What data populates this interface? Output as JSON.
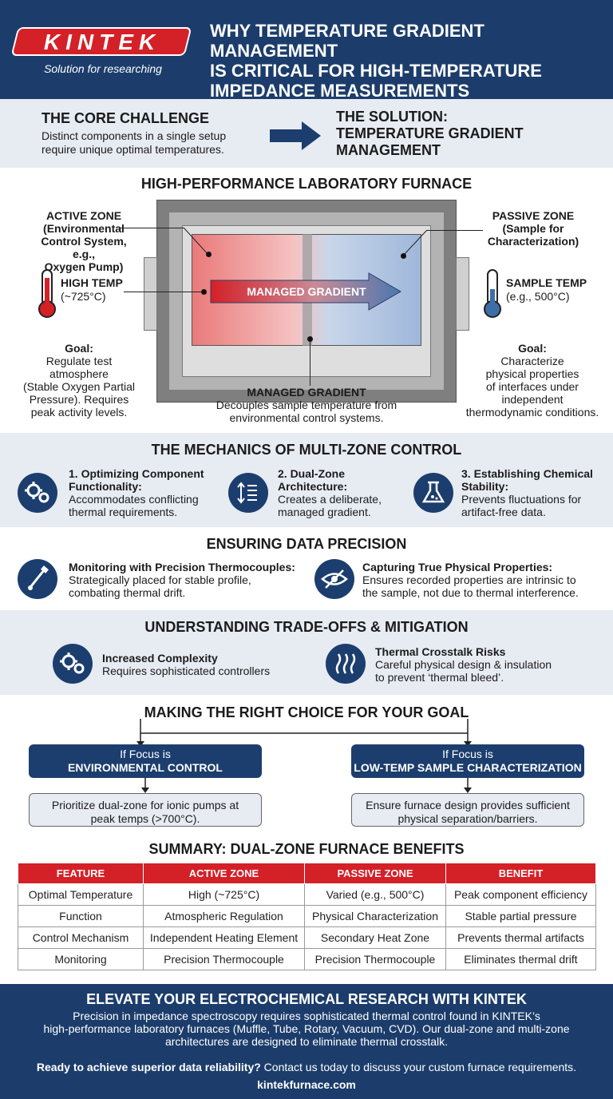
{
  "header": {
    "logo": "KINTEK",
    "tagline": "Solution for researching",
    "title_lines": [
      "WHY TEMPERATURE GRADIENT MANAGEMENT",
      "IS CRITICAL FOR HIGH-TEMPERATURE",
      "IMPEDANCE MEASUREMENTS"
    ]
  },
  "core": {
    "challenge_title": "THE CORE CHALLENGE",
    "challenge_lines": [
      "Distinct components in a single setup",
      "require unique optimal temperatures."
    ],
    "solution_lines": [
      "THE SOLUTION:",
      "TEMPERATURE GRADIENT",
      "MANAGEMENT"
    ]
  },
  "furnace": {
    "title": "HIGH-PERFORMANCE LABORATORY FURNACE",
    "active_lines": [
      "ACTIVE ZONE",
      "(Environmental",
      "Control System, e.g.,",
      "Oxygen Pump)"
    ],
    "passive_lines": [
      "PASSIVE ZONE",
      "(Sample for",
      "Characterization)"
    ],
    "high_temp": "HIGH TEMP",
    "high_temp_value": "(~725°C)",
    "sample_temp": "SAMPLE TEMP",
    "sample_temp_value": "(e.g., 500°C)",
    "arrow_label": "MANAGED GRADIENT",
    "bottom_title": "MANAGED GRADIENT",
    "bottom_lines": [
      "Decouples sample temperature from",
      "environmental control systems."
    ],
    "goal_label": "Goal:",
    "goal_left_lines": [
      "Regulate test",
      "atmosphere",
      "(Stable Oxygen Partial",
      "Pressure). Requires",
      "peak activity levels."
    ],
    "goal_right_lines": [
      "Characterize",
      "physical properties",
      "of interfaces under",
      "independent",
      "thermodynamic conditions."
    ],
    "colors": {
      "hot": "#d42027",
      "cool": "#3d6ea8"
    }
  },
  "mechanics": {
    "title": "THE MECHANICS OF MULTI-ZONE CONTROL",
    "items": [
      {
        "icon": "gears-icon",
        "title_lines": [
          "1. Optimizing Component",
          "Functionality:"
        ],
        "text_lines": [
          "Accommodates conflicting",
          "thermal requirements."
        ]
      },
      {
        "icon": "zones-icon",
        "title_lines": [
          "2. Dual-Zone",
          "Architecture:"
        ],
        "text_lines": [
          "Creates a deliberate,",
          "managed gradient."
        ]
      },
      {
        "icon": "flask-icon",
        "title_lines": [
          "3. Establishing Chemical",
          "Stability:"
        ],
        "text_lines": [
          "Prevents fluctuations for",
          "artifact-free data."
        ]
      }
    ]
  },
  "precision": {
    "title": "ENSURING DATA PRECISION",
    "items": [
      {
        "icon": "thermocouple-icon",
        "title": "Monitoring with Precision Thermocouples:",
        "text_lines": [
          "Strategically placed for stable profile,",
          "combating thermal drift."
        ]
      },
      {
        "icon": "eye-slash-icon",
        "title": "Capturing True Physical Properties:",
        "text_lines": [
          "Ensures recorded properties are intrinsic to",
          "the sample, not due to thermal interference."
        ]
      }
    ]
  },
  "tradeoffs": {
    "title": "UNDERSTANDING TRADE-OFFS & MITIGATION",
    "items": [
      {
        "icon": "gears-icon",
        "title": "Increased Complexity",
        "text_lines": [
          "Requires sophisticated controllers"
        ]
      },
      {
        "icon": "heat-waves-icon",
        "title": "Thermal Crosstalk Risks",
        "text_lines": [
          "Careful physical design & insulation",
          "to prevent ‘thermal bleed’."
        ]
      }
    ]
  },
  "choice": {
    "title": "MAKING THE RIGHT CHOICE FOR YOUR GOAL",
    "left": {
      "prefix": "If Focus is",
      "focus": "ENVIRONMENTAL CONTROL",
      "result_lines": [
        "Prioritize dual-zone for ionic pumps at",
        "peak temps (>700°C)."
      ]
    },
    "right": {
      "prefix": "If Focus is",
      "focus": "LOW-TEMP SAMPLE CHARACTERIZATION",
      "result_lines": [
        "Ensure furnace design provides sufficient",
        "physical separation/barriers."
      ]
    }
  },
  "summary": {
    "title": "SUMMARY: DUAL-ZONE FURNACE BENEFITS",
    "headers": [
      "FEATURE",
      "ACTIVE ZONE",
      "PASSIVE ZONE",
      "BENEFIT"
    ],
    "rows": [
      [
        "Optimal Temperature",
        "High (~725°C)",
        "Varied (e.g., 500°C)",
        "Peak component efficiency"
      ],
      [
        "Function",
        "Atmospheric Regulation",
        "Physical Characterization",
        "Stable partial pressure"
      ],
      [
        "Control Mechanism",
        "Independent Heating Element",
        "Secondary Heat Zone",
        "Prevents thermal artifacts"
      ],
      [
        "Monitoring",
        "Precision Thermocouple",
        "Precision Thermocouple",
        "Eliminates thermal drift"
      ]
    ]
  },
  "footer": {
    "title": "ELEVATE YOUR ELECTROCHEMICAL RESEARCH WITH KINTEK",
    "body_lines": [
      "Precision in impedance spectroscopy requires sophisticated thermal control found in KINTEK’s",
      "high-performance laboratory furnaces (Muffle, Tube, Rotary, Vacuum, CVD). Our dual-zone and multi-zone",
      "architectures are designed to eliminate thermal crosstalk."
    ],
    "cta_bold": "Ready to achieve superior data reliability?",
    "cta_text": " Contact us today to discuss your custom furnace requirements.",
    "url": "kintekfurnace.com"
  }
}
